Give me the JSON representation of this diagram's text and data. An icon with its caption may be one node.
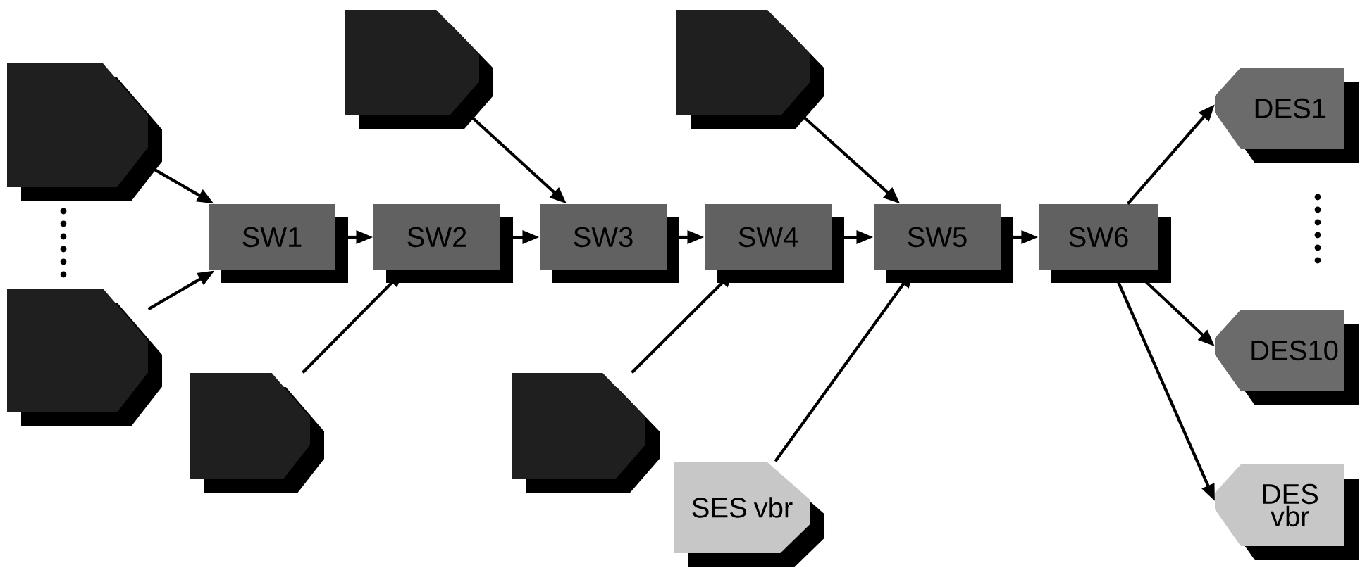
{
  "diagram": {
    "nodes": [
      {
        "text": [],
        "shape": "tag"
      },
      {
        "text": [],
        "shape": "tag"
      },
      {
        "text": [],
        "shape": "tag"
      },
      {
        "text": [],
        "shape": "tag"
      },
      {
        "text": [],
        "shape": "tag"
      },
      {
        "text": [],
        "shape": "tag"
      },
      {
        "text": [
          "SES vbr"
        ]
      },
      {
        "text": [
          "SW1"
        ]
      },
      {
        "text": [
          "SW2"
        ]
      },
      {
        "text": [
          "SW3"
        ]
      },
      {
        "text": [
          "SW4"
        ]
      },
      {
        "text": [
          "SW5"
        ]
      },
      {
        "text": [
          "SW6"
        ]
      },
      {
        "text": [
          "DES1"
        ]
      },
      {
        "text": [
          "DES10"
        ]
      },
      {
        "text": [
          "DES vbr"
        ]
      }
    ],
    "edges": [
      {
        "from": 0,
        "to": 7,
        "arrow": "to"
      },
      {
        "from": 1,
        "to": 7,
        "arrow": "to"
      },
      {
        "from": 7,
        "to": 8,
        "arrow": "to"
      },
      {
        "from": 2,
        "to": 8,
        "arrow": "to"
      },
      {
        "from": 8,
        "to": 9,
        "arrow": "to"
      },
      {
        "from": 3,
        "to": 9,
        "arrow": "to"
      },
      {
        "from": 9,
        "to": 10,
        "arrow": "to"
      },
      {
        "from": 4,
        "to": 10,
        "arrow": "to"
      },
      {
        "from": 10,
        "to": 11,
        "arrow": "to"
      },
      {
        "from": 5,
        "to": 11,
        "arrow": "to"
      },
      {
        "from": 6,
        "to": 11,
        "arrow": "to"
      },
      {
        "from": 11,
        "to": 12,
        "arrow": "to"
      },
      {
        "from": 12,
        "to": 13,
        "arrow": "to"
      },
      {
        "from": 12,
        "to": 14,
        "arrow": "to"
      },
      {
        "from": 12,
        "to": 15,
        "arrow": "to"
      }
    ]
  }
}
